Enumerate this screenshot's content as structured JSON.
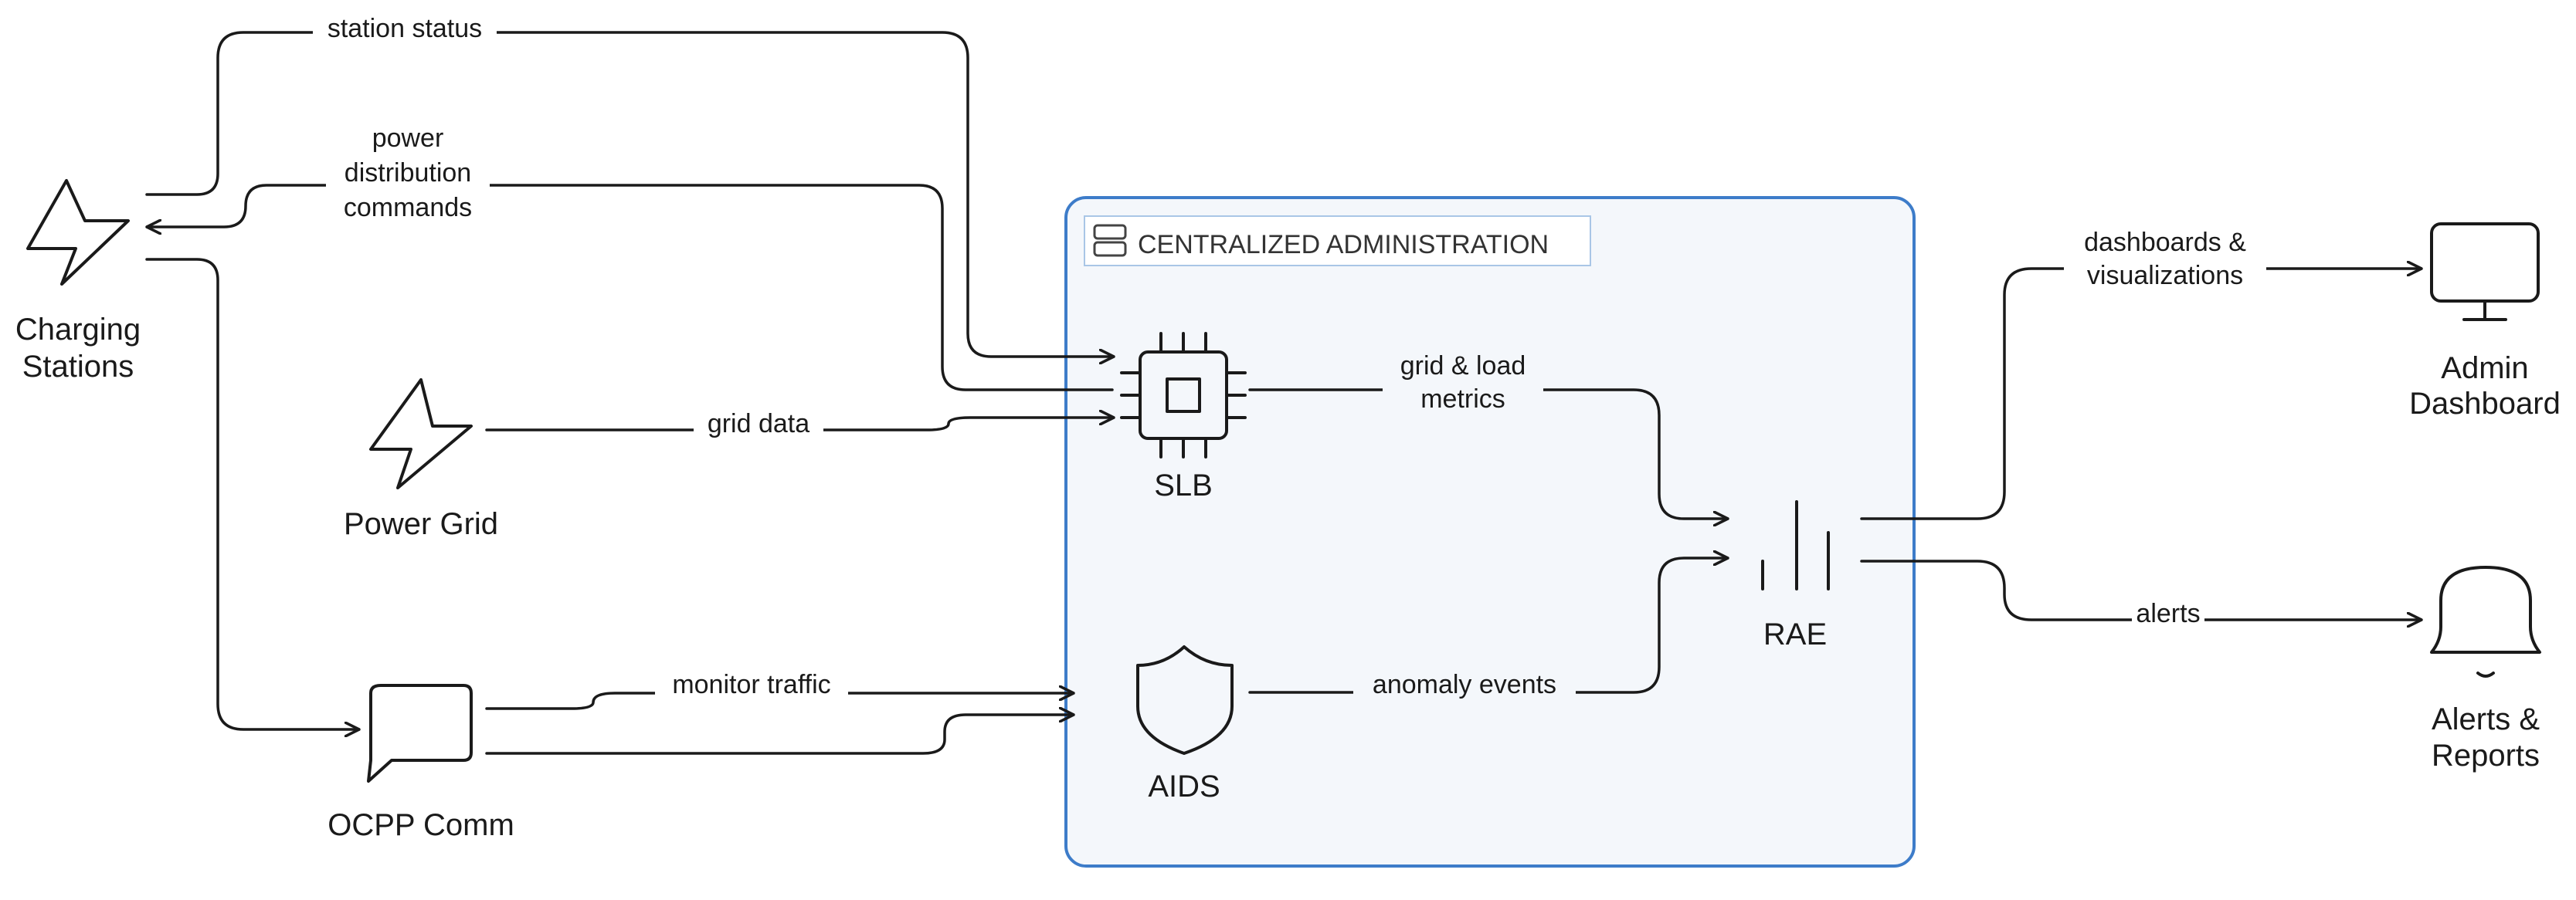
{
  "nodes": {
    "charging": [
      "Charging",
      "Stations"
    ],
    "power_grid": "Power Grid",
    "ocpp": "OCPP Comm",
    "slb": "SLB",
    "aids": "AIDS",
    "rae": "RAE",
    "admin": [
      "Admin",
      "Dashboard"
    ],
    "alerts": [
      "Alerts &",
      "Reports"
    ]
  },
  "group": {
    "title": "CENTRALIZED ADMINISTRATION"
  },
  "edges": {
    "station_status": "station status",
    "power_distribution": [
      "power",
      "distribution",
      "commands"
    ],
    "grid_data": "grid data",
    "grid_load": [
      "grid & load",
      "metrics"
    ],
    "monitor_traffic": "monitor traffic",
    "anomaly_events": "anomaly events",
    "dashboards": [
      "dashboards &",
      "visualizations"
    ],
    "alerts": "alerts"
  },
  "colors": {
    "stroke": "#1a1a1a",
    "group_border": "#3d7cc9",
    "group_fill": "#f4f7fb"
  },
  "icons": {
    "charging": "lightning-bolt",
    "power_grid": "lightning-bolt",
    "ocpp": "speech-bubble",
    "slb": "cpu-chip",
    "aids": "shield",
    "rae": "bar-chart",
    "admin": "monitor",
    "alerts": "bell",
    "group": "server"
  }
}
